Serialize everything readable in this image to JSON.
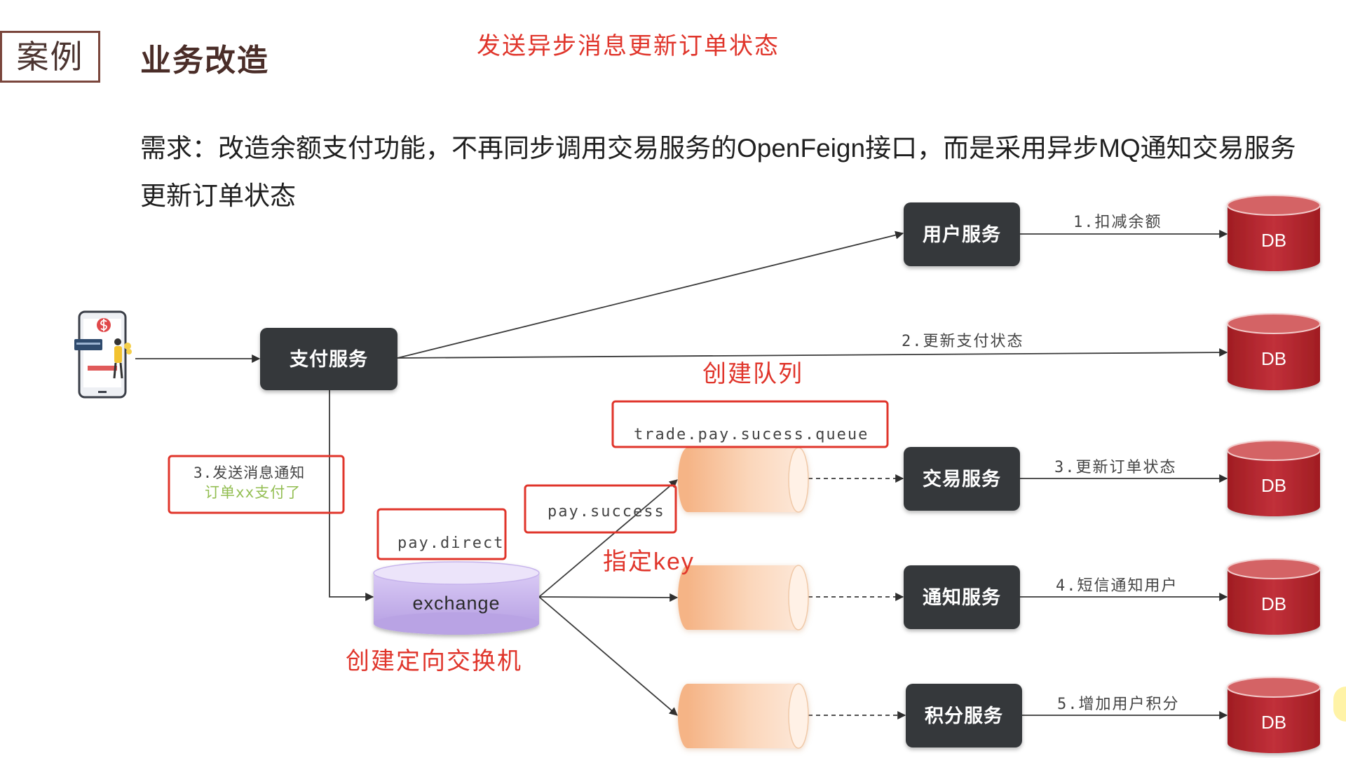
{
  "header": {
    "section_tag": "案例",
    "title": "业务改造",
    "annotation": "发送异步消息更新订单状态"
  },
  "requirement": {
    "line1": "需求：改造余额支付功能，不再同步调用交易服务的OpenFeign接口，而是采用异步MQ通知交易服务",
    "line2": "更新订单状态"
  },
  "diagram": {
    "client_icon": "mobile-payment-icon",
    "pay_service": "支付服务",
    "user_service": {
      "label": "用户服务",
      "edge_label": "1.扣减余额",
      "db": "DB"
    },
    "pay_status": {
      "edge_label": "2.更新支付状态",
      "db": "DB"
    },
    "message": {
      "line1": "3.发送消息通知",
      "line2": "订单xx支付了"
    },
    "exchange": {
      "label": "exchange",
      "name": "pay.direct"
    },
    "routing_key": "pay.success",
    "queue_name": "trade.pay.sucess.queue",
    "consumers": [
      {
        "service": "交易服务",
        "edge_label": "3.更新订单状态",
        "db": "DB"
      },
      {
        "service": "通知服务",
        "edge_label": "4.短信通知用户",
        "db": "DB"
      },
      {
        "service": "积分服务",
        "edge_label": "5.增加用户积分",
        "db": "DB"
      }
    ]
  },
  "notes": {
    "create_queue": "创建队列",
    "specify_key": "指定key",
    "create_exchange": "创建定向交换机"
  },
  "colors": {
    "annotation_red": "#e0352b",
    "service_box": "#34383b",
    "db_red": "#b3272b",
    "exchange_purple": "#c7b4ec",
    "queue_orange": "#f7c29c",
    "message_green": "#93be52"
  }
}
